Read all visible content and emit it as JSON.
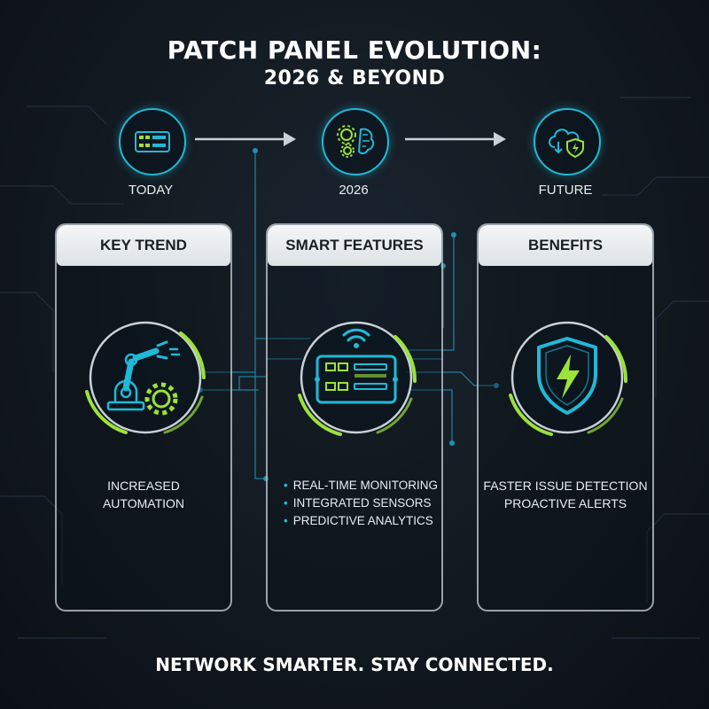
{
  "title": {
    "line1": "PATCH PANEL EVOLUTION:",
    "line2": "2026 & BEYOND"
  },
  "timeline": [
    {
      "label": "TODAY",
      "icon": "patch-panel-icon"
    },
    {
      "label": "2026",
      "icon": "gears-brain-icon"
    },
    {
      "label": "FUTURE",
      "icon": "cloud-shield-icon"
    }
  ],
  "cards": {
    "key_trend": {
      "header": "KEY TREND",
      "icon": "robot-arm-gear-icon",
      "text_line1": "INCREASED",
      "text_line2": "AUTOMATION"
    },
    "smart_features": {
      "header": "SMART FEATURES",
      "icon": "smart-patch-panel-wifi-icon",
      "bullets": [
        "REAL-TIME MONITORING",
        "INTEGRATED SENSORS",
        "PREDICTIVE ANALYTICS"
      ]
    },
    "benefits": {
      "header": "BENEFITS",
      "icon": "shield-lightning-icon",
      "text_line1": "FASTER ISSUE DETECTION",
      "text_line2": "PROACTIVE ALERTS"
    }
  },
  "footer": "NETWORK SMARTER. STAY CONNECTED.",
  "colors": {
    "cyan_accent": "#21b9d8",
    "green_accent": "#9be23a",
    "background": "#121920"
  }
}
